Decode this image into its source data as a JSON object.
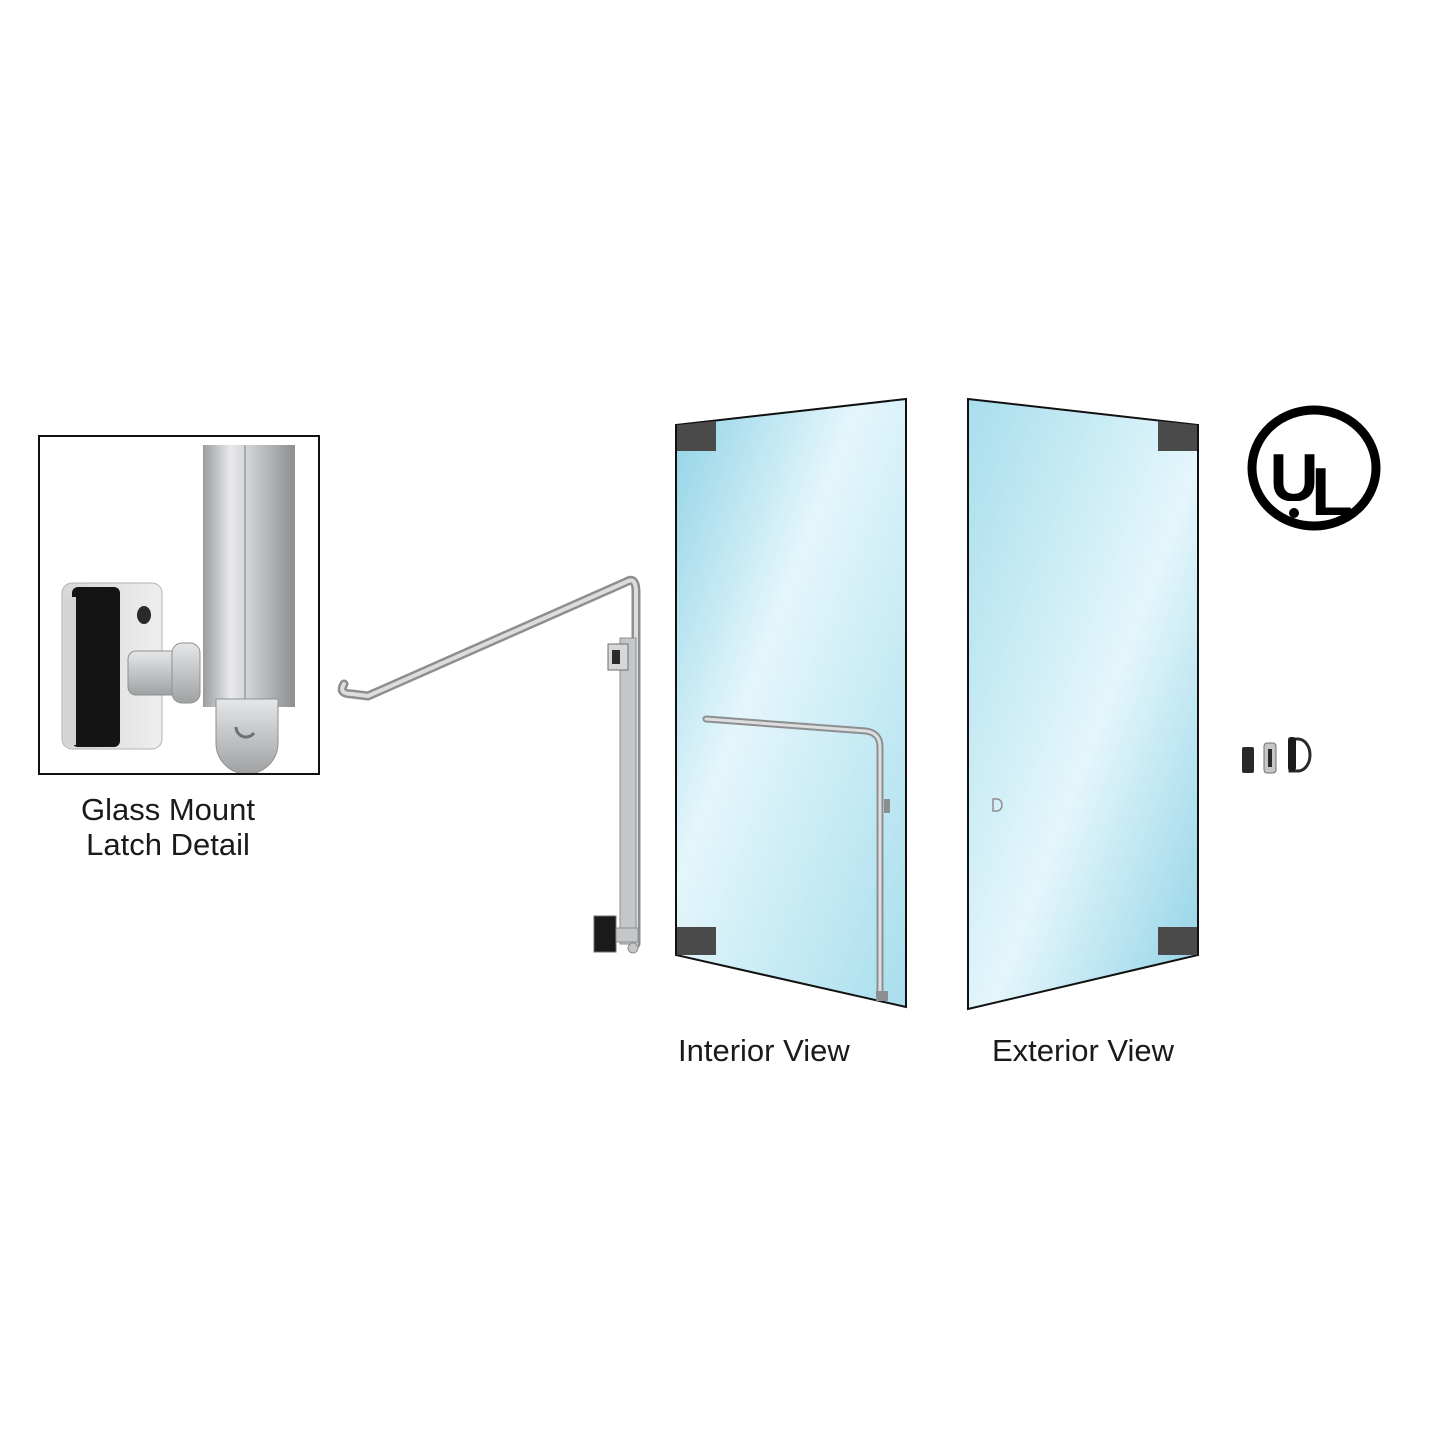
{
  "detail": {
    "caption_line1": "Glass Mount",
    "caption_line2": "Latch Detail"
  },
  "views": {
    "interior_label": "Interior View",
    "exterior_label": "Exterior View"
  },
  "certification": {
    "logo_text": "UL",
    "logo_icon": "ul-listed-logo-icon"
  },
  "colors": {
    "glass_light": "#e4f6fb",
    "glass_mid": "#b8e6f2",
    "glass_dark": "#8fd2e6",
    "hardware_steel": "#c4c6c8",
    "patch_fitting": "#4a4a4a",
    "outline": "#111111"
  }
}
